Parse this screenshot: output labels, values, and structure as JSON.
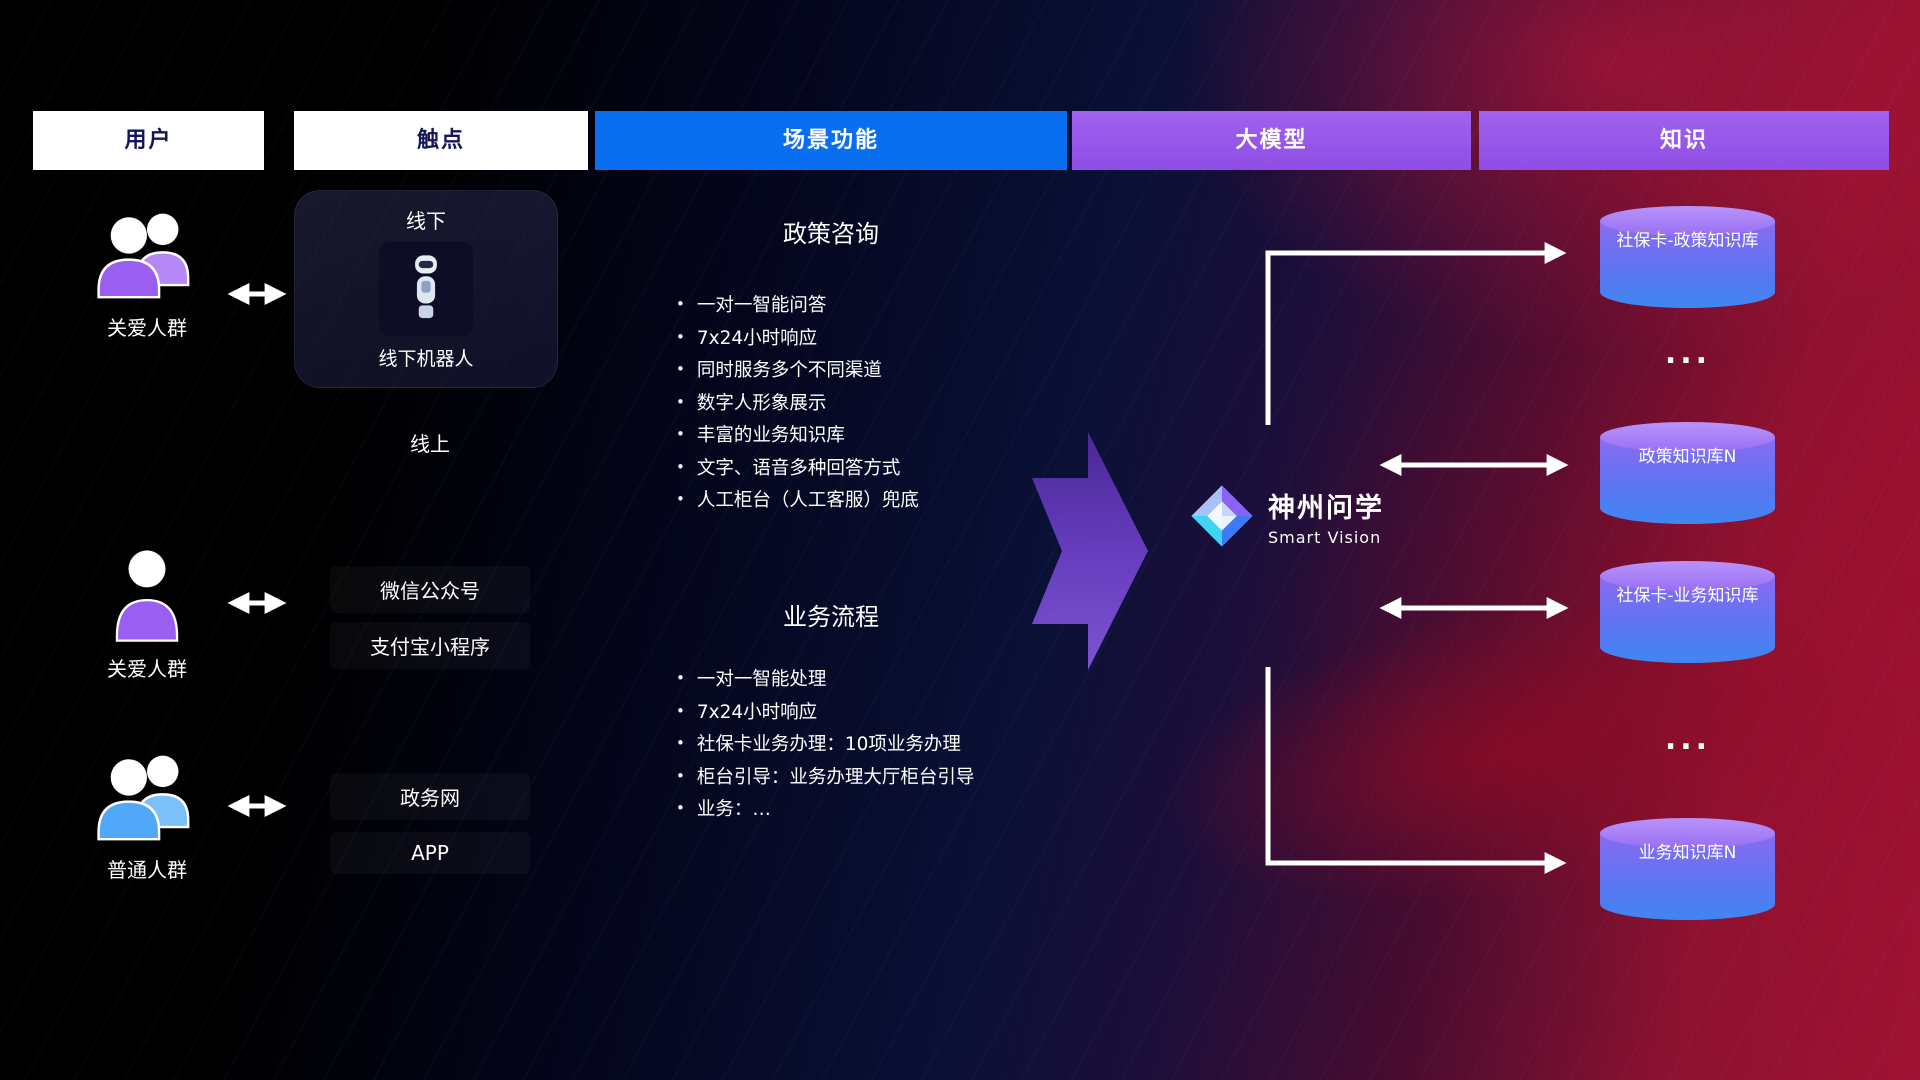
{
  "headers": {
    "user": "用户",
    "touchpoint": "触点",
    "scene": "场景功能",
    "model": "大模型",
    "knowledge": "知识"
  },
  "users": [
    {
      "label": "关爱人群",
      "icon": "group-purple"
    },
    {
      "label": "关爱人群",
      "icon": "person-purple"
    },
    {
      "label": "普通人群",
      "icon": "group-blue"
    }
  ],
  "touchpoints": {
    "offline_title": "线下",
    "offline_robot": "线下机器人",
    "online_title": "线上",
    "wechat": "微信公众号",
    "alipay": "支付宝小程序",
    "gov": "政务网",
    "app": "APP"
  },
  "scene_sections": [
    {
      "title": "政策咨询",
      "items": [
        "一对一智能问答",
        "7x24小时响应",
        "同时服务多个不同渠道",
        "数字人形象展示",
        "丰富的业务知识库",
        "文字、语音多种回答方式",
        "人工柜台（人工客服）兜底"
      ]
    },
    {
      "title": "业务流程",
      "items": [
        "一对一智能处理",
        "7x24小时响应",
        "社保卡业务办理：10项业务办理",
        "柜台引导：业务办理大厅柜台引导",
        "业务：…"
      ]
    }
  ],
  "model": {
    "name": "神州问学",
    "subtitle": "Smart Vision"
  },
  "knowledge_bases": [
    {
      "label": "社保卡-政策知识库"
    },
    {
      "label": "政策知识库N"
    },
    {
      "label": "社保卡-业务知识库"
    },
    {
      "label": "业务知识库N"
    }
  ],
  "dots": "...",
  "colors": {
    "header_blue": "#0a6ef0",
    "header_purple": "#9b59ec",
    "cylinder_top": "#a887f8",
    "cylinder_bottom": "#3f86f0",
    "arrow_white": "#ffffff",
    "big_arrow_purple": "#6a3fc4",
    "user_purple": "#9a5ff0",
    "user_blue": "#52a8f8",
    "bg_red": "#8c1130",
    "bg_navy": "#0a1036"
  }
}
